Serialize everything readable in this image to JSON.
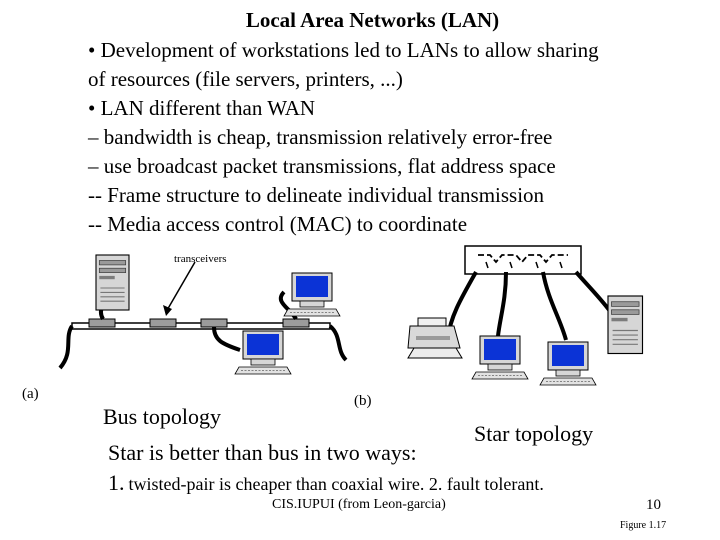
{
  "slide": {
    "title": "Local Area Networks (LAN)",
    "bullets": [
      "• Development of workstations led to LANs to allow sharing",
      "of resources (file servers, printers, ...)",
      "• LAN different than WAN",
      "– bandwidth is cheap, transmission relatively error-free",
      "– use broadcast packet transmissions, flat address space",
      "-- Frame structure to delineate individual transmission",
      "-- Media access control (MAC) to coordinate"
    ]
  },
  "figure": {
    "transceivers_label": "transceivers",
    "label_a": "(a)",
    "label_b": "(b)",
    "bus_caption": "Bus topology",
    "star_caption": "Star topology",
    "figure_number": "Figure 1.17"
  },
  "notes": {
    "line1": "Star is better than bus in two ways:",
    "line2_number": "1.",
    "line2_text": "twisted-pair is cheaper than coaxial wire. 2. fault tolerant."
  },
  "footer": {
    "credit": "CIS.IUPUI (from Leon-garcia)",
    "page_number": "10"
  },
  "colors": {
    "screen": "#0b33d6",
    "device_body": "#d6d6d6",
    "outline": "#000000"
  }
}
